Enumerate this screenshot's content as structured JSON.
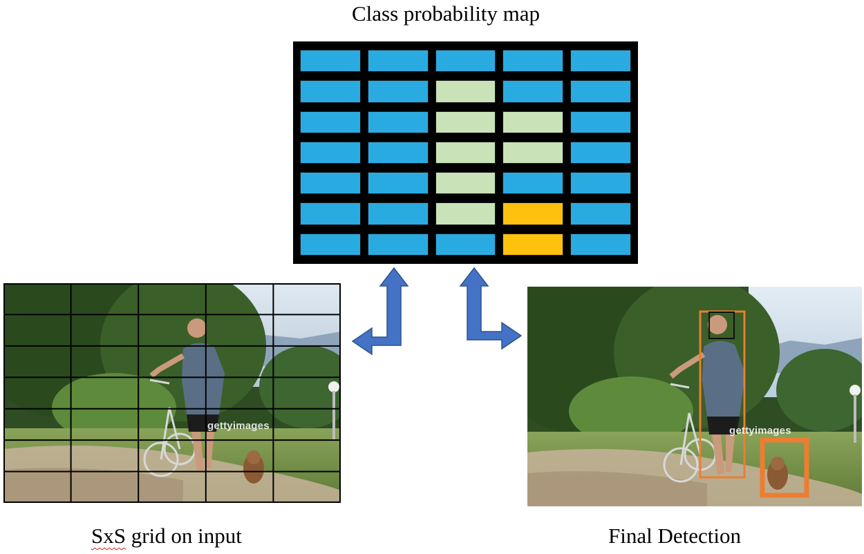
{
  "title": "Class probability map",
  "caption_left_prefix": "SxS",
  "caption_left_rest": " grid on input",
  "caption_right": "Final Detection",
  "watermark": "gettyimages",
  "colors": {
    "blue": "#29abe2",
    "green": "#c9e2b8",
    "yellow": "#fec10e",
    "box": "#ed7d31",
    "arrow": "#4472c4"
  },
  "probability_map": {
    "rows": 7,
    "cols": 5,
    "cells": [
      [
        "blue",
        "blue",
        "blue",
        "blue",
        "blue"
      ],
      [
        "blue",
        "blue",
        "green",
        "blue",
        "blue"
      ],
      [
        "blue",
        "blue",
        "green",
        "green",
        "blue"
      ],
      [
        "blue",
        "blue",
        "green",
        "green",
        "blue"
      ],
      [
        "blue",
        "blue",
        "green",
        "blue",
        "blue"
      ],
      [
        "blue",
        "blue",
        "green",
        "yellow",
        "blue"
      ],
      [
        "blue",
        "blue",
        "blue",
        "yellow",
        "blue"
      ]
    ]
  },
  "input_grid": {
    "rows": 7,
    "cols": 5
  }
}
